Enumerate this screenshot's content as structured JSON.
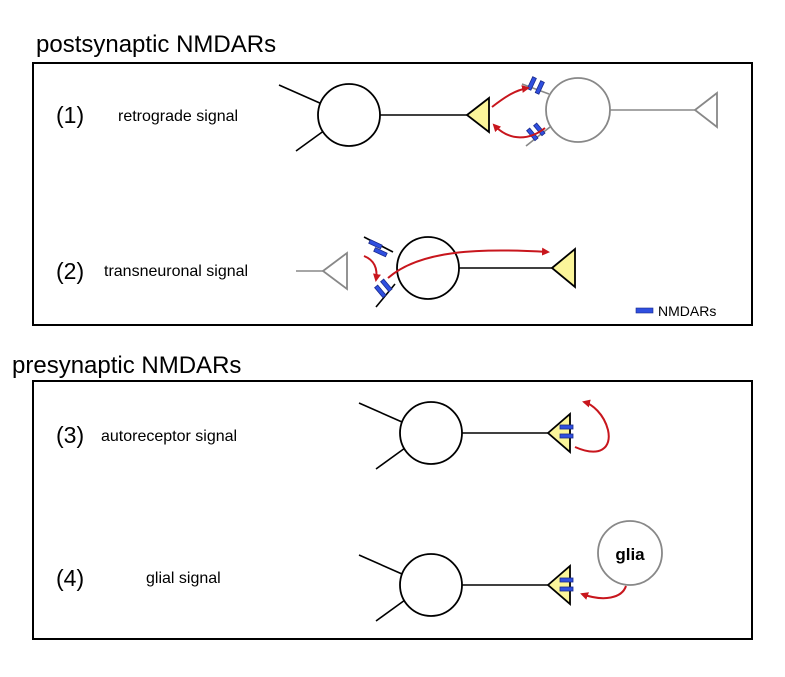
{
  "sections": {
    "post": {
      "title": "postsynaptic NMDARs"
    },
    "pre": {
      "title": "presynaptic NMDARs"
    }
  },
  "items": [
    {
      "number": "(1)",
      "label": "retrograde signal"
    },
    {
      "number": "(2)",
      "label": "transneuronal signal"
    },
    {
      "number": "(3)",
      "label": "autoreceptor signal"
    },
    {
      "number": "(4)",
      "label": "glial signal"
    }
  ],
  "legend": {
    "label": "NMDARs",
    "icon": "nmdar-receptor-icon"
  },
  "glia_label": "glia",
  "colors": {
    "receptor": "#2f4fe0",
    "terminal": "#fbf59a",
    "arrow": "#c8161d",
    "gray_neuron": "#888888"
  }
}
